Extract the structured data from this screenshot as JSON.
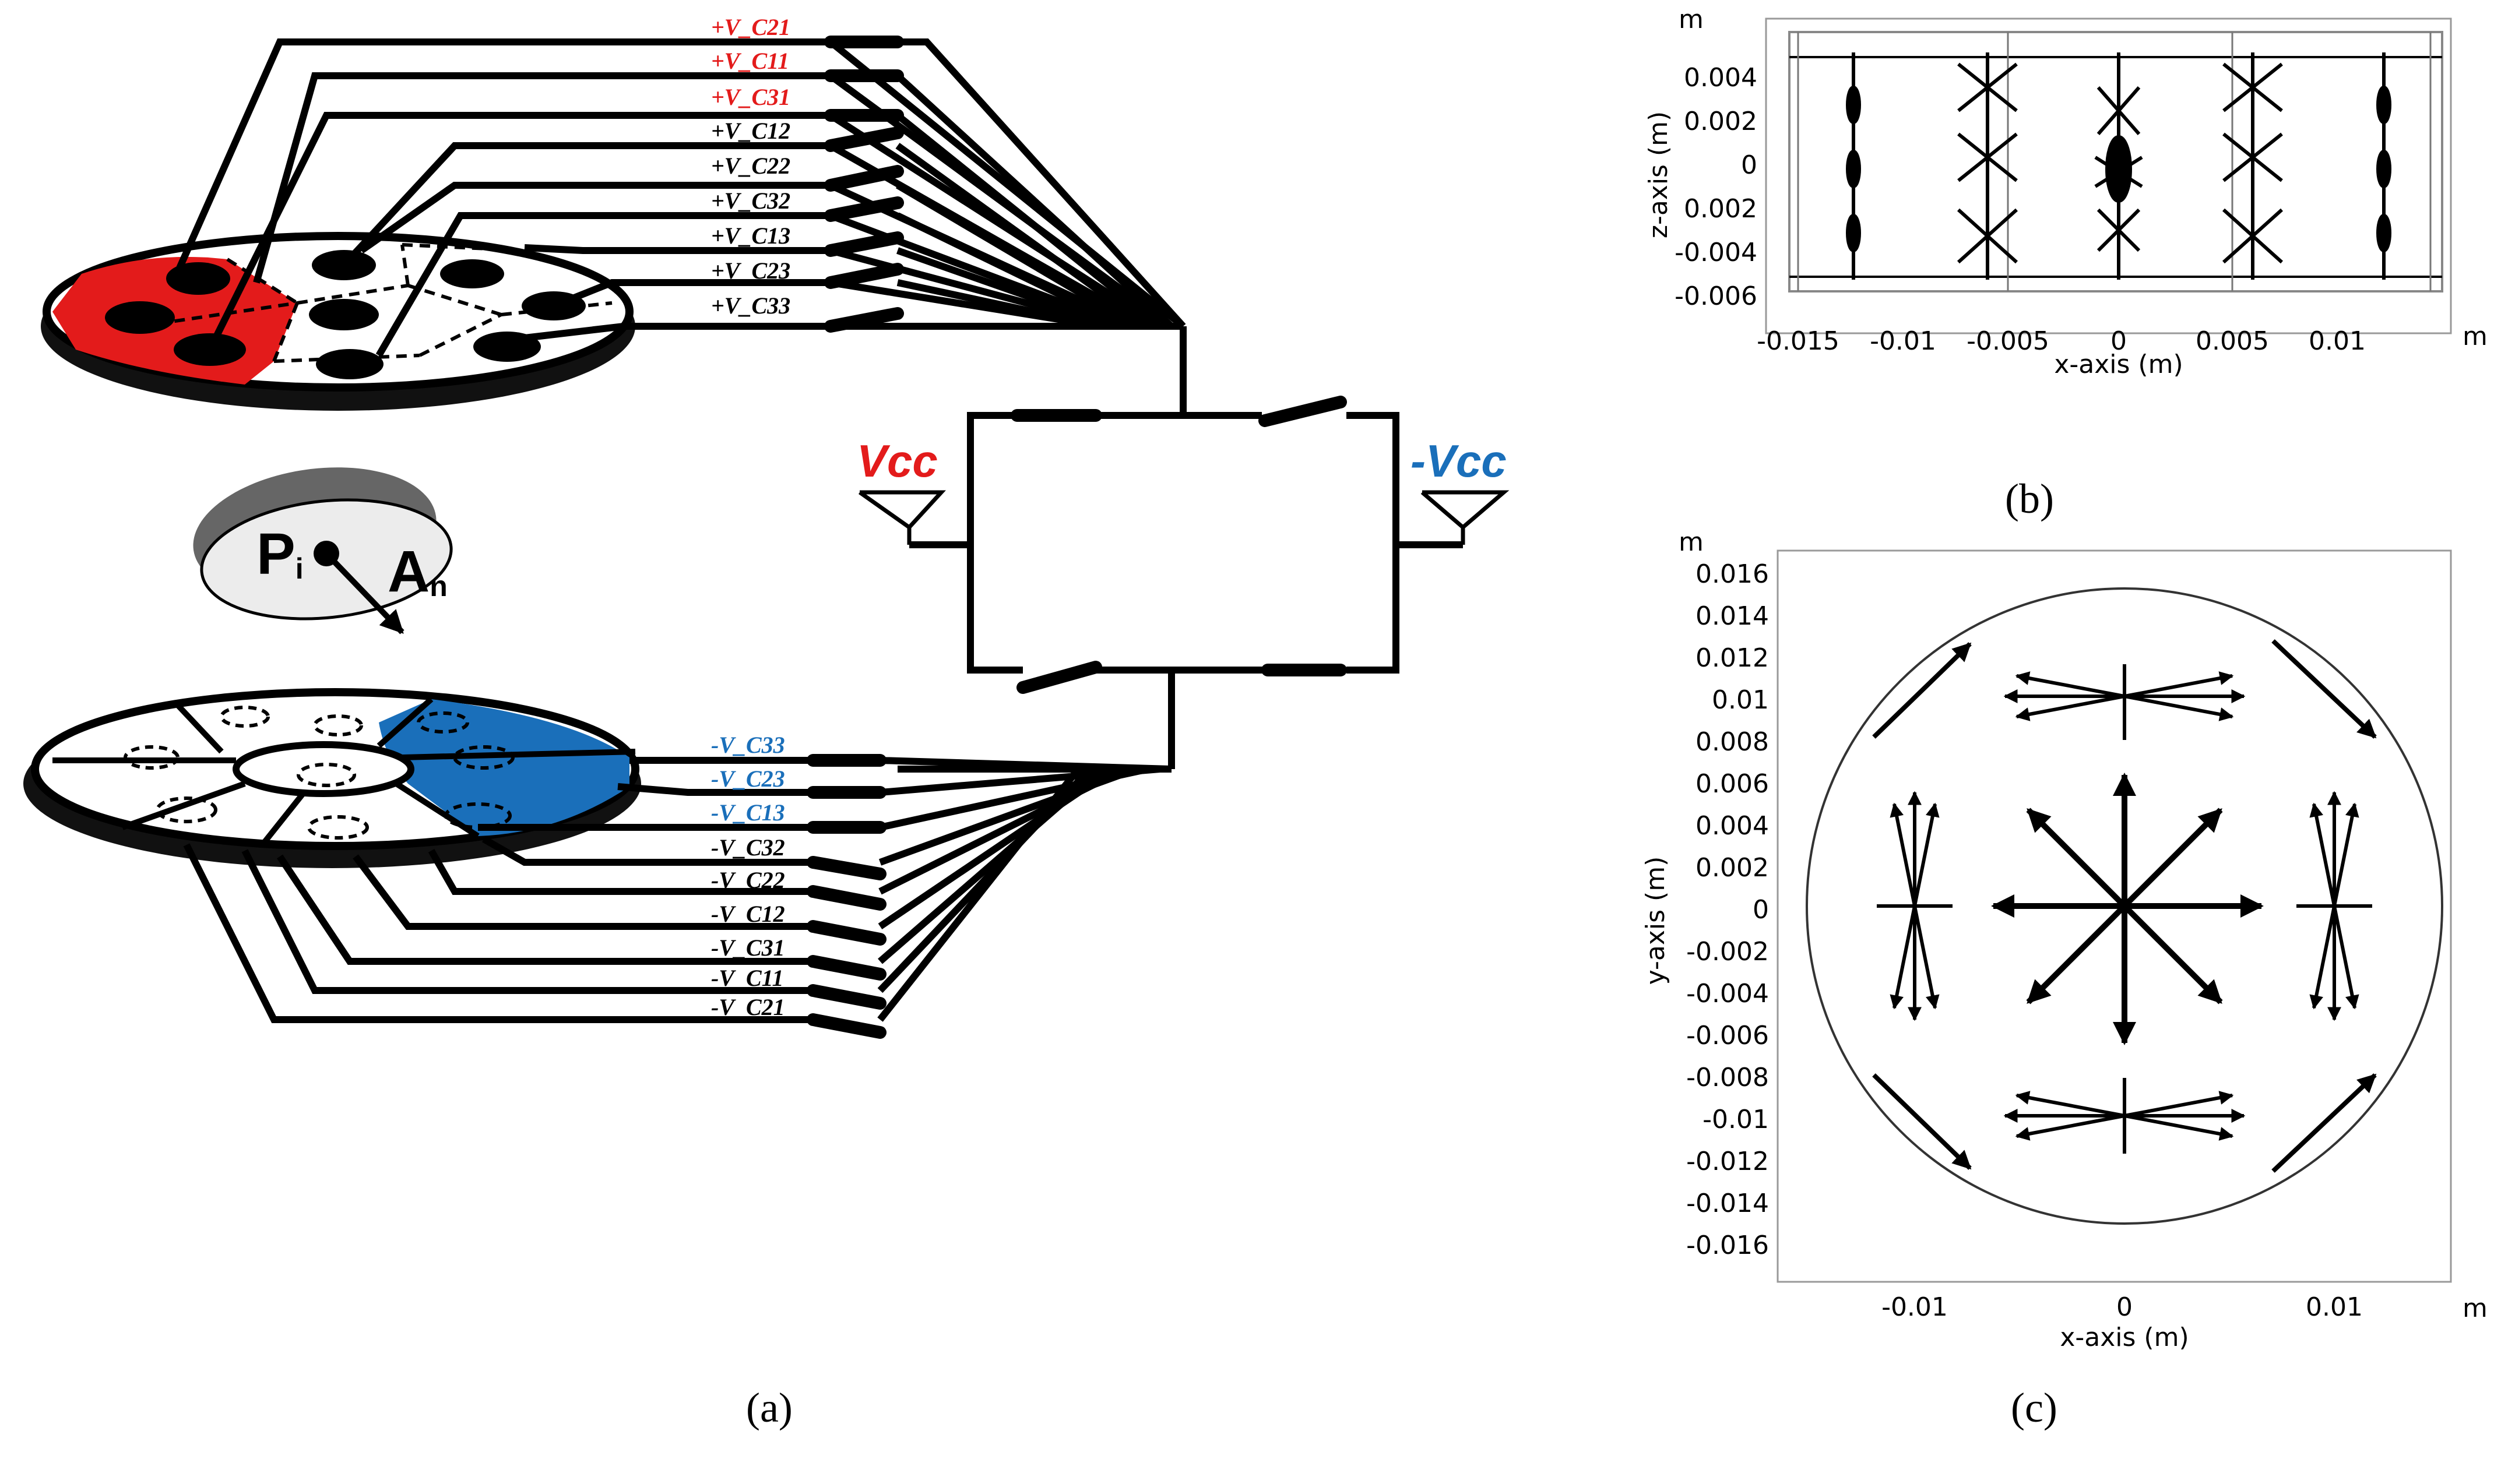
{
  "panel_a": {
    "caption": "(a)",
    "supply_positive": "Vcc",
    "supply_negative": "-Vcc",
    "point_label_P": "P",
    "point_label_P_sub": "i",
    "point_label_A": "A",
    "point_label_A_sub": "n",
    "top_labels": [
      "+V_C21",
      "+V_C11",
      "+V_C31",
      "+V_C12",
      "+V_C22",
      "+V_C32",
      "+V_C13",
      "+V_C23",
      "+V_C33"
    ],
    "bottom_labels": [
      "-V_C33",
      "-V_C23",
      "-V_C13",
      "-V_C32",
      "-V_C22",
      "-V_C12",
      "-V_C31",
      "-V_C11",
      "-V_C21"
    ],
    "colors": {
      "positive_active": "#e31b1b",
      "negative_active": "#1a6fba",
      "label_default": "#000000"
    }
  },
  "panel_b": {
    "caption": "(b)",
    "x_unit": "m",
    "y_unit": "m",
    "xlabel": "x-axis (m)",
    "ylabel": "z-axis (m)",
    "x_ticks": [
      "-0.015",
      "-0.01",
      "-0.005",
      "0",
      "0.005",
      "0.01"
    ],
    "y_ticks": [
      "0.004",
      "0.002",
      "0",
      "0.002",
      "-0.004",
      "-0.006"
    ]
  },
  "panel_c": {
    "caption": "(c)",
    "x_unit": "m",
    "y_unit": "m",
    "xlabel": "x-axis (m)",
    "ylabel": "y-axis (m)",
    "x_ticks": [
      "-0.01",
      "0",
      "0.01"
    ],
    "y_ticks": [
      "0.016",
      "0.014",
      "0.012",
      "0.01",
      "0.008",
      "0.006",
      "0.004",
      "0.002",
      "0",
      "-0.002",
      "-0.004",
      "-0.006",
      "-0.008",
      "-0.01",
      "-0.012",
      "-0.014",
      "-0.016"
    ]
  }
}
